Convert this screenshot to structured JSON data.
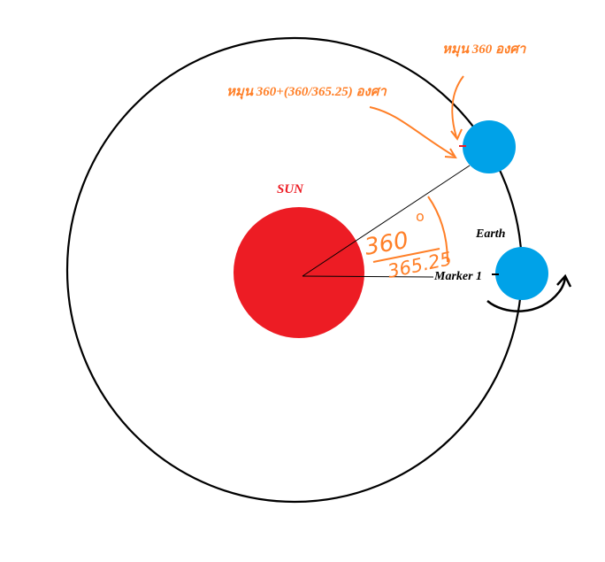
{
  "labels": {
    "sun": "SUN",
    "earth": "Earth",
    "marker": "Marker 1",
    "rotate_360": "หมุน 360 องศา",
    "rotate_extra": "หมุน 360+(360/365.25) องศา",
    "angle_numerator": "360",
    "angle_degree": "o",
    "angle_denominator": "365.25"
  },
  "colors": {
    "sun": "#ed1c24",
    "earth": "#00a2e8",
    "annotation": "#ff7f27",
    "orbit": "#000000"
  },
  "icons": {
    "rotation_arrow": "curved-arrow-icon"
  }
}
